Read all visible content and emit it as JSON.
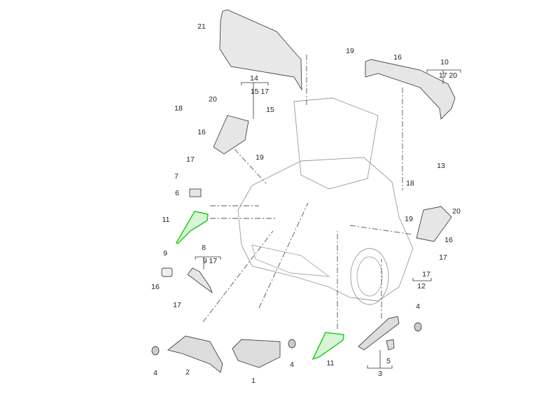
{
  "diagram": {
    "highlight_color": "#22cc22",
    "line_color": "#333333",
    "labels": [
      "21",
      "19",
      "16",
      "10",
      "17 20",
      "14",
      "15 17",
      "20",
      "18",
      "15",
      "16",
      "19",
      "17",
      "7",
      "6",
      "13",
      "18",
      "11",
      "19",
      "20",
      "16",
      "17",
      "9",
      "8",
      "9 17",
      "16",
      "17",
      "12",
      "17",
      "4",
      "4",
      "2",
      "1",
      "4",
      "11",
      "5",
      "3"
    ]
  }
}
